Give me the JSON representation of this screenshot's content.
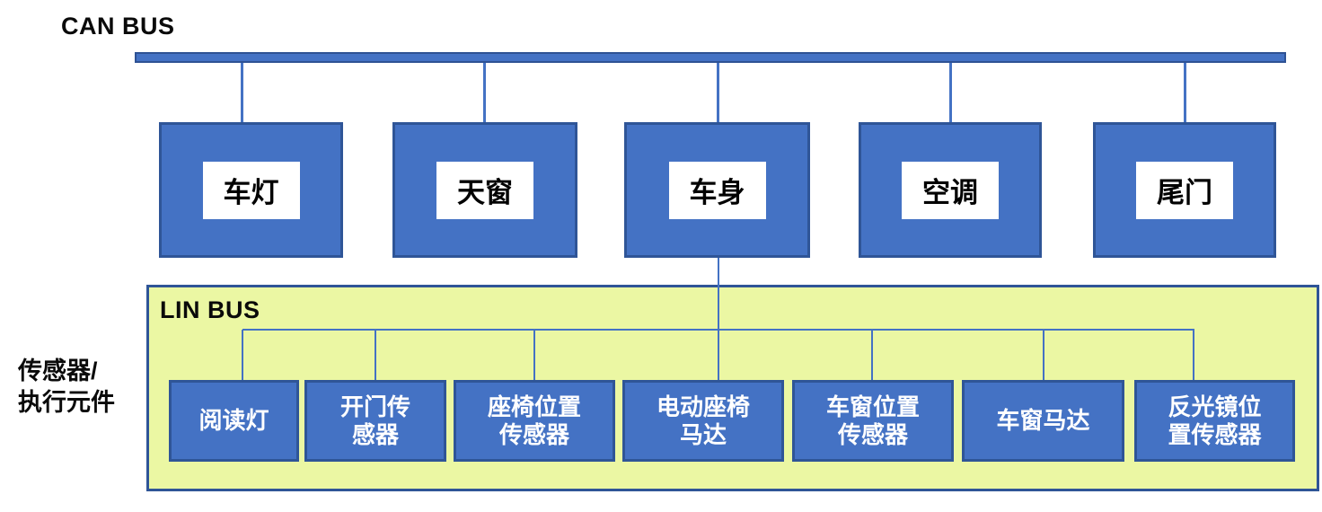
{
  "can_bus": {
    "label": "CAN BUS",
    "nodes": [
      {
        "label": "车灯"
      },
      {
        "label": "天窗"
      },
      {
        "label": "车身"
      },
      {
        "label": "空调"
      },
      {
        "label": "尾门"
      }
    ]
  },
  "lin_bus": {
    "label": "LIN BUS",
    "side_label": "传感器/\n执行元件",
    "nodes": [
      {
        "label": "阅读灯"
      },
      {
        "label": "开门传\n感器"
      },
      {
        "label": "座椅位置\n传感器"
      },
      {
        "label": "电动座椅\n马达"
      },
      {
        "label": "车窗位置\n传感器"
      },
      {
        "label": "车窗马达"
      },
      {
        "label": "反光镜位\n置传感器"
      }
    ]
  },
  "colors": {
    "node_fill": "#4472C4",
    "node_border": "#2F5597",
    "connector": "#4472C4",
    "can_bar_fill": "#4472C4",
    "can_bar_border": "#2E5294",
    "lin_panel_fill": "#EBF7A3",
    "lin_panel_border": "#2F5597",
    "top_node_text": "#000000",
    "lin_node_text": "#FFFFFF",
    "label_text": "#0A0A0A"
  }
}
